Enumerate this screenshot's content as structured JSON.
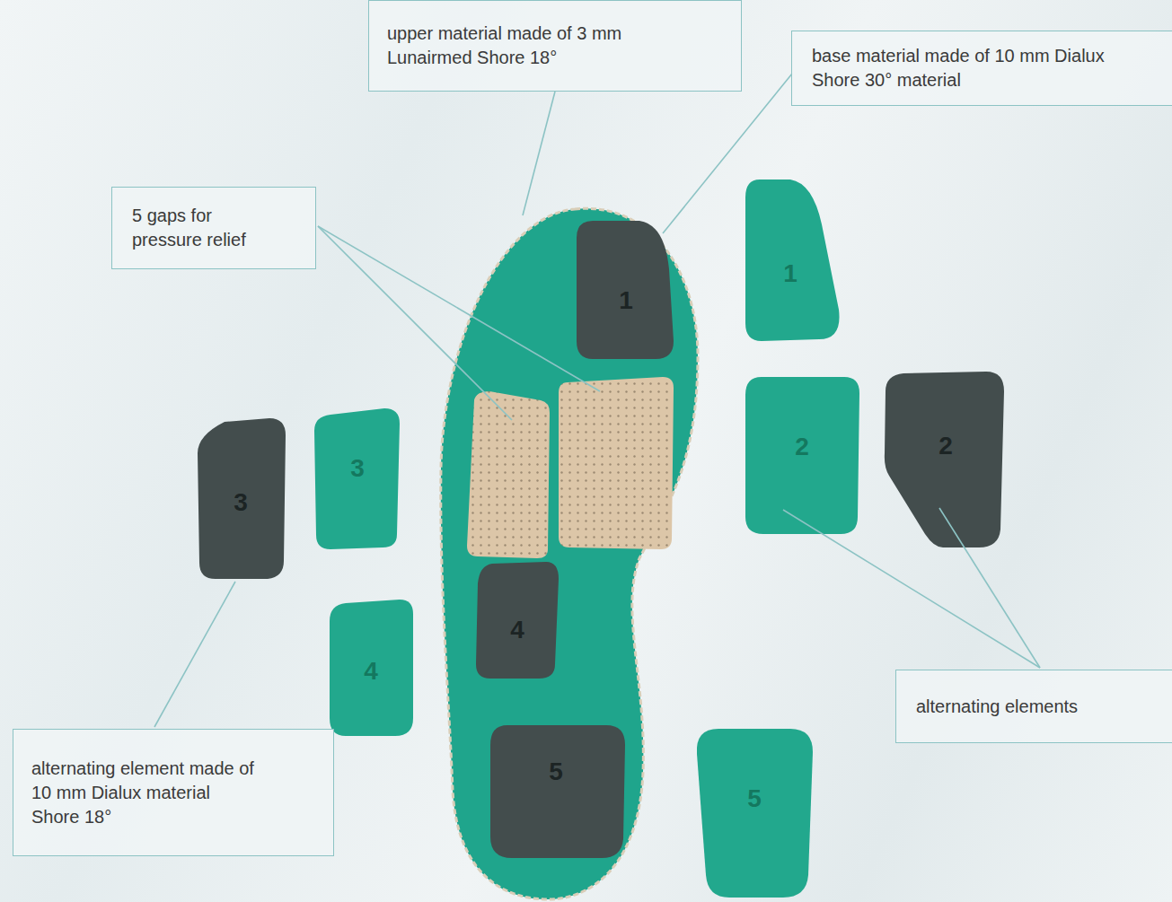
{
  "diagram": {
    "nodes": [
      {
        "text": [
          "upper material made of 3 mm Lunairmed Shore 18°"
        ]
      },
      {
        "text": [
          "base material made of 10 mm Dialux Shore 30° material"
        ]
      },
      {
        "text": [
          "5 gaps for pressure relief"
        ]
      },
      {
        "text": [
          "alternating elements"
        ]
      },
      {
        "text": [
          "alternating element made of 10 mm Dialux material Shore 18°"
        ]
      }
    ],
    "labels": [
      "1",
      "1",
      "3",
      "3",
      "2",
      "2",
      "4",
      "4",
      "5",
      "5"
    ]
  }
}
